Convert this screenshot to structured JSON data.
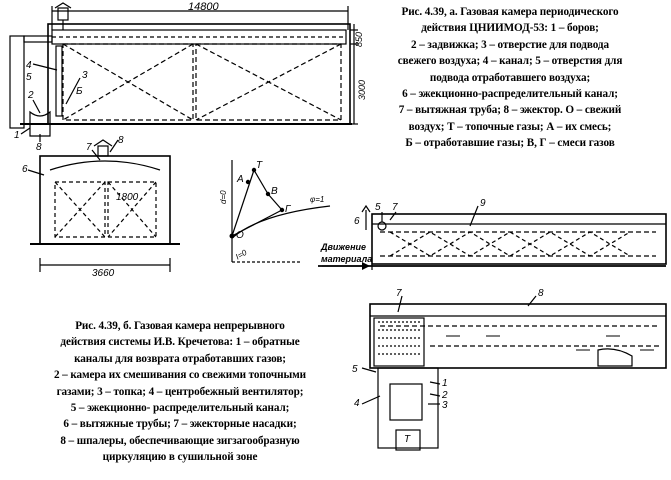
{
  "captions": {
    "figure_a": [
      "Рис. 4.39, а. Газовая камера периодического",
      "действия ЦНИИМОД-53: 1 – боров;",
      "2 – задвижка; 3 – отверстие для подвода",
      "свежего воздуха; 4 – канал; 5 – отверстия для",
      "подвода отработавшего воздуха;",
      "6 – эжекционно-распределительный канал;",
      "7 – вытяжная труба; 8 – эжектор. О – свежий",
      "воздух; Т – топочные газы; А – их смесь;",
      "Б – отработавшие газы; В, Г – смеси газов"
    ],
    "figure_b": [
      "Рис. 4.39, б. Газовая камера непрерывного",
      "действия системы И.В. Кречетова: 1 – обратные",
      "каналы для возврата отработавших газов;",
      "2 – камера их смешивания со свежими топочными",
      "газами; 3 – топка; 4 – центробежный вентилятор;",
      "5 – эжекционно- распределительный канал;",
      "6 – вытяжные трубы; 7 – эжекторные насадки;",
      "8 – шпалеры, обеспечивающие зигзагообразную",
      "циркуляцию в сушильной зоне"
    ]
  },
  "drawing_labels": {
    "top_dim": "14800",
    "right_dim_small": "850",
    "right_dim_tall": "3000",
    "callouts_a": [
      "1",
      "2",
      "3",
      "4",
      "5",
      "6",
      "7",
      "8"
    ],
    "letter_b": "Б",
    "cross_section_dim_width": "3660",
    "cross_section_dim_inner": "1800",
    "cross_section_callouts": [
      "6",
      "7",
      "8"
    ],
    "diagram_points": [
      "Т",
      "А",
      "В",
      "Г",
      "О"
    ],
    "diagram_axes": [
      "d=0",
      "φ=1",
      "I=0"
    ],
    "kiln_b_callouts": [
      "5",
      "7",
      "8",
      "9",
      "6",
      "1",
      "2",
      "3",
      "4",
      "7"
    ],
    "movement_label": "Движение\nматериала",
    "letter_t": "Т"
  }
}
